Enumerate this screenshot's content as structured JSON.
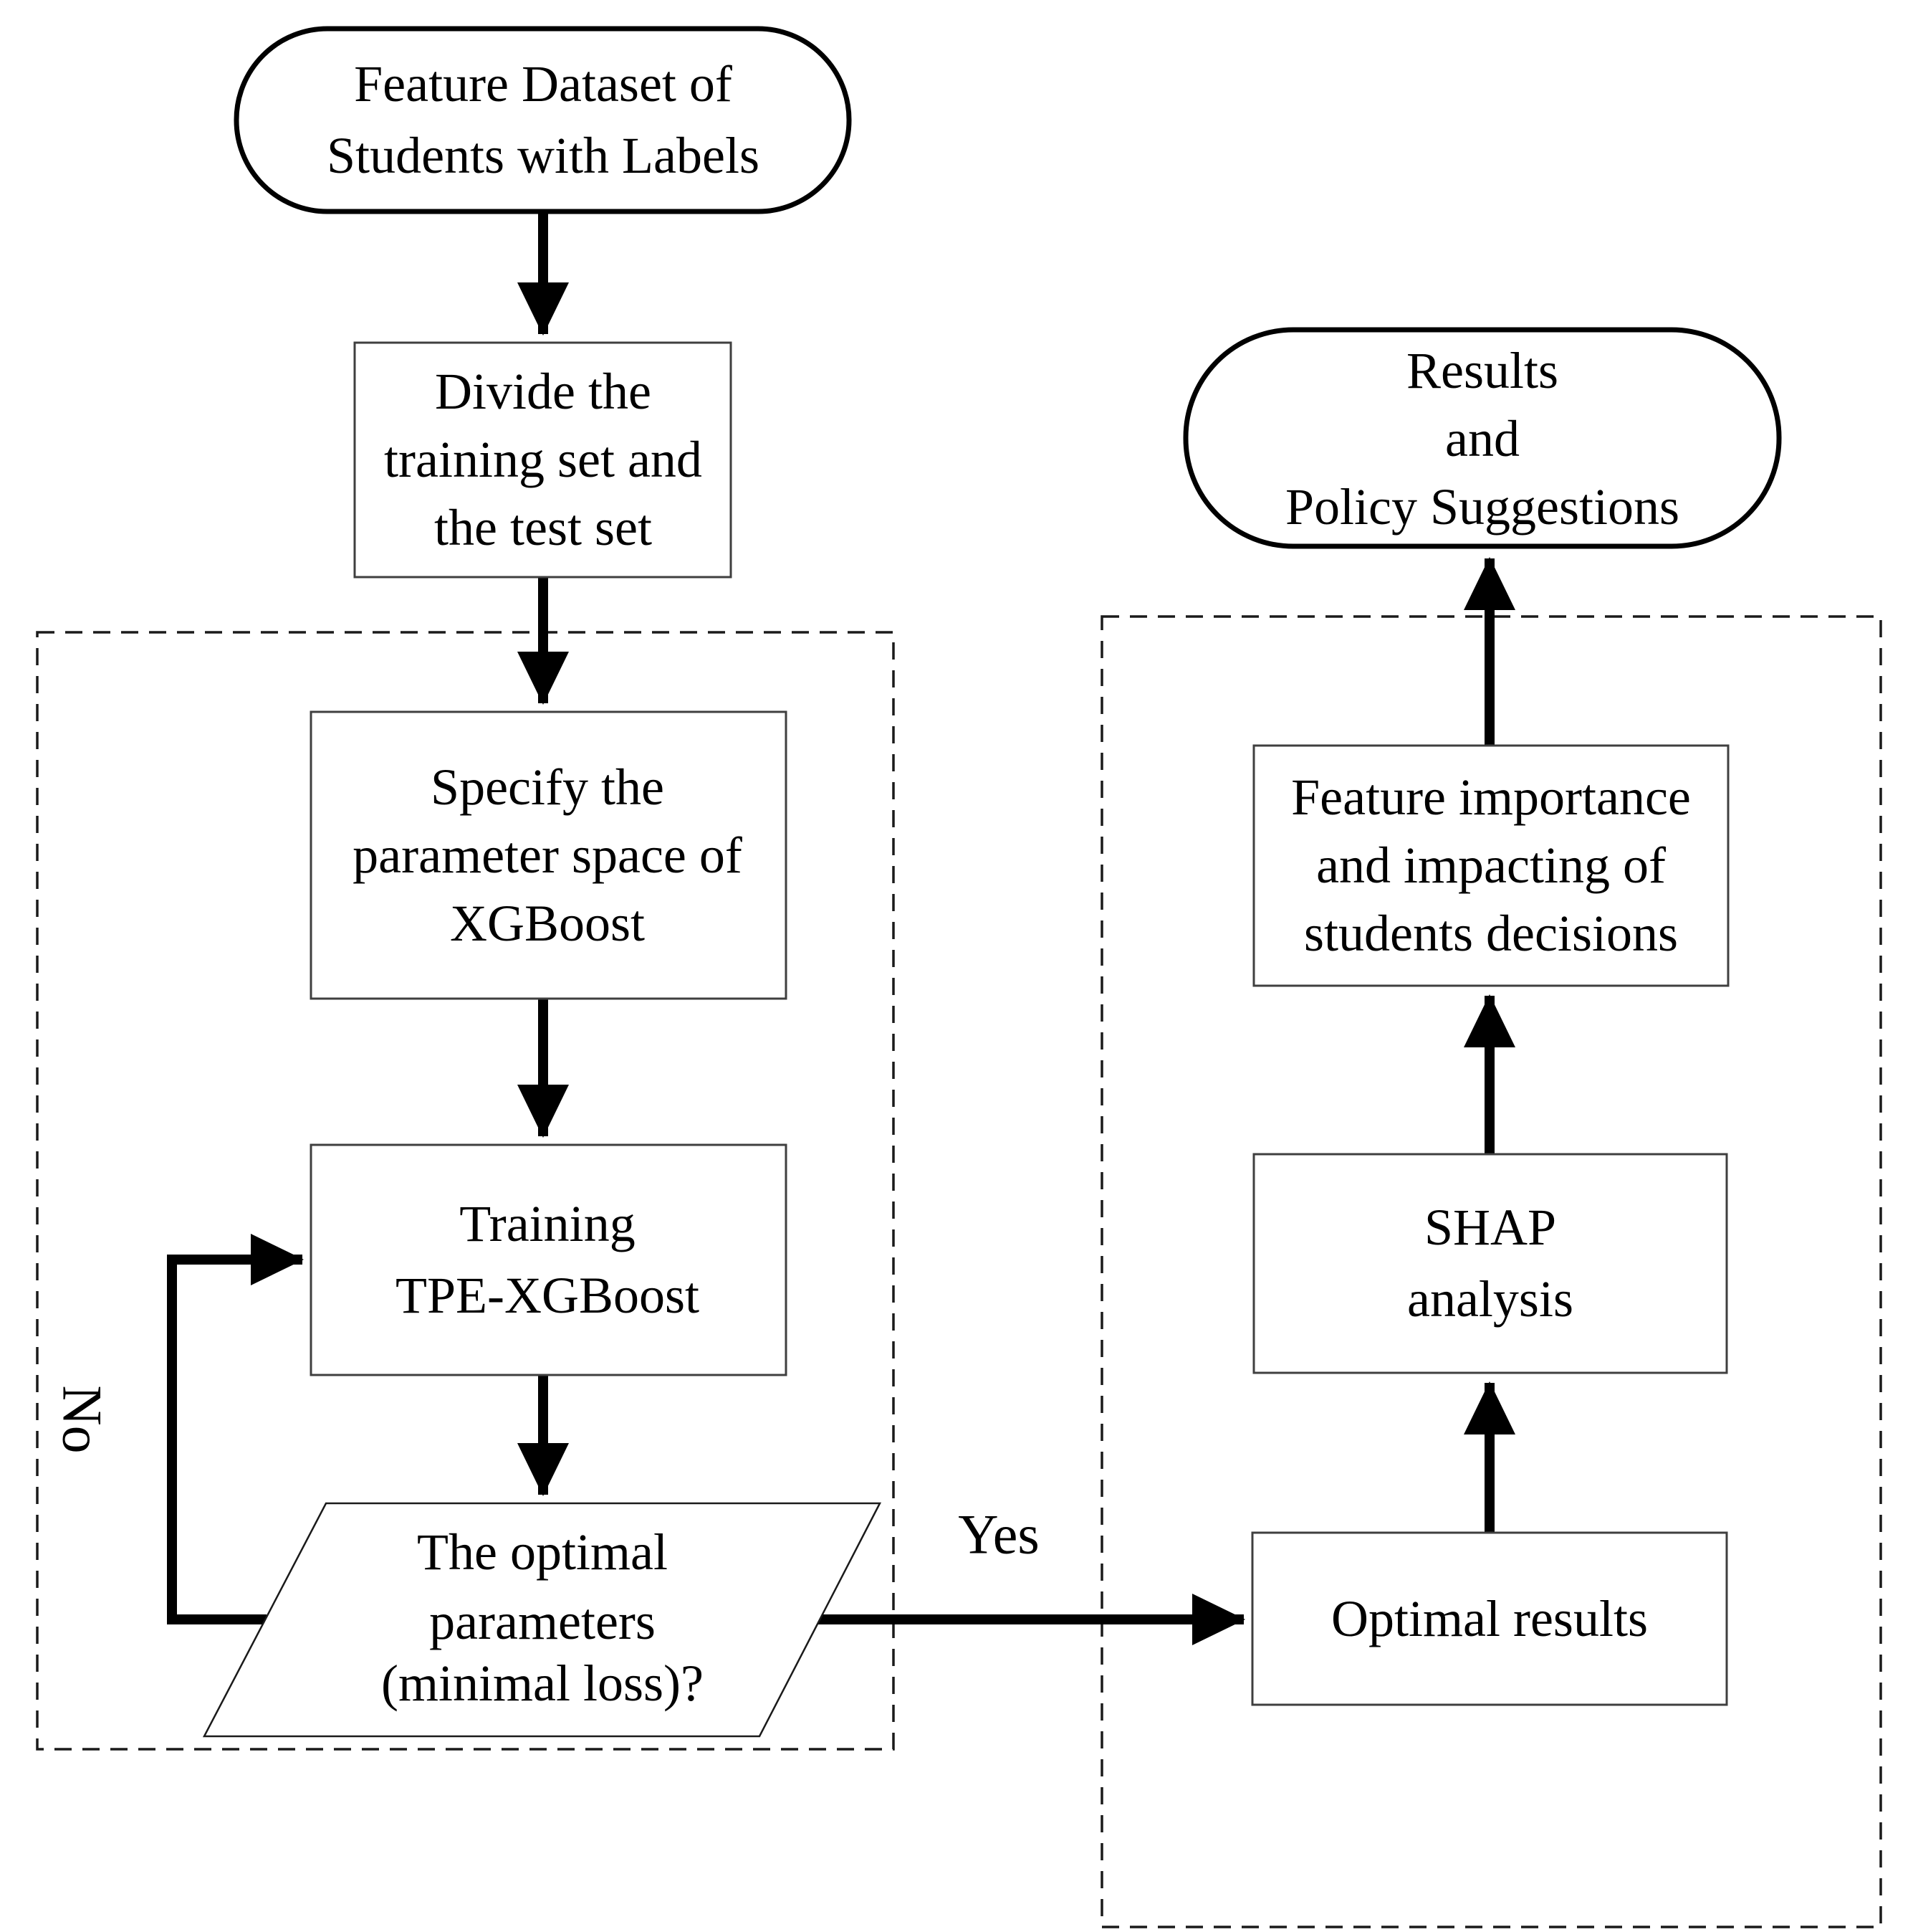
{
  "figure": {
    "background": "#ffffff",
    "line_color": "#000000",
    "type": "flowchart"
  },
  "nodes": {
    "feature_dataset": {
      "shape": "stadium",
      "lines": [
        "Feature Dataset of",
        "Students with Labels"
      ]
    },
    "divide_sets": {
      "shape": "rectangle",
      "lines": [
        "Divide the",
        "training set and",
        "the test set"
      ]
    },
    "specify_space": {
      "shape": "rectangle",
      "lines": [
        "Specify the",
        "parameter space of",
        "XGBoost"
      ]
    },
    "training_tpe_xgboost": {
      "shape": "rectangle",
      "lines": [
        "Training",
        "TPE-XGBoost"
      ]
    },
    "optimal_parameters": {
      "shape": "parallelogram",
      "lines": [
        "The optimal",
        "parameters",
        "(minimal loss)?"
      ]
    },
    "optimal_results": {
      "shape": "rectangle",
      "lines": [
        "Optimal results"
      ]
    },
    "shap_analysis": {
      "shape": "rectangle",
      "lines": [
        "SHAP",
        "analysis"
      ]
    },
    "feature_importance": {
      "shape": "rectangle",
      "lines": [
        "Feature importance",
        "and impacting of",
        "students decisions"
      ]
    },
    "results_policy": {
      "shape": "stadium",
      "lines": [
        "Results",
        "and",
        "Policy Suggestions"
      ]
    }
  },
  "edge_labels": {
    "no": "No",
    "yes": "Yes"
  }
}
